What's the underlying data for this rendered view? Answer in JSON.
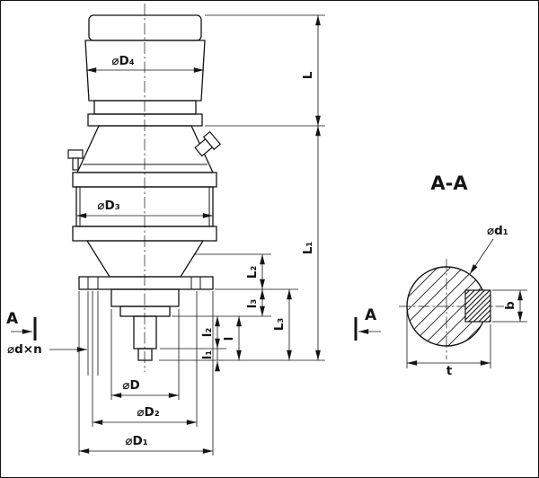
{
  "drawing": {
    "background": "#ffffff",
    "line_color": "#141414",
    "main_view": {
      "dims": {
        "D4": "⌀D₄",
        "D3": "⌀D₃",
        "D2": "⌀D₂",
        "D1": "⌀D₁",
        "D": "⌀D",
        "dxn": "⌀d×n",
        "L": "L",
        "L1": "L₁",
        "L2": "L₂",
        "L3": "L₃",
        "l": "l",
        "l1": "l₁",
        "l2": "l₂",
        "l3": "l₃"
      },
      "section_cut_label": "A"
    },
    "section_view": {
      "title": "A-A",
      "dims": {
        "d1": "⌀d₁",
        "b": "b",
        "t": "t"
      }
    }
  }
}
